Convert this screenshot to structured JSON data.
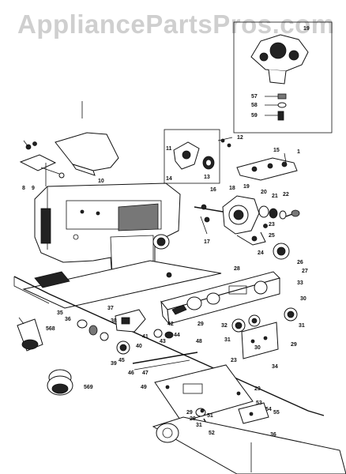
{
  "watermark": "AppliancePartsPros.com",
  "part_labels": {
    "p1": "1",
    "p8": "8",
    "p9": "9",
    "p10": "10",
    "p11": "11",
    "p12": "12",
    "p13": "13",
    "p14": "14",
    "p15": "15",
    "p16": "16",
    "p17": "17",
    "p18": "18",
    "p19": "19",
    "p19b": "19",
    "p20": "20",
    "p21": "21",
    "p22": "22",
    "p23": "23",
    "p24": "24",
    "p25": "25",
    "p26": "26",
    "p27": "27",
    "p28": "28",
    "p29a": "29",
    "p29b": "29",
    "p29c": "29",
    "p29d": "29",
    "p29e": "29",
    "p30": "30",
    "p30b": "30",
    "p31": "31",
    "p31b": "31",
    "p31c": "31",
    "p32": "32",
    "p33": "33",
    "p34": "34",
    "p35": "35",
    "p36": "36",
    "p36b": "36",
    "p37": "37",
    "p38": "38",
    "p39": "39",
    "p40": "40",
    "p41": "41",
    "p42": "42",
    "p43": "43",
    "p44": "44",
    "p45": "45",
    "p46": "46",
    "p47": "47",
    "p48": "48",
    "p49": "49",
    "p51": "51",
    "p52": "52",
    "p53": "53",
    "p54": "54",
    "p55": "55",
    "p57": "57",
    "p58": "58",
    "p59": "59",
    "p568": "568",
    "p569": "569"
  },
  "colors": {
    "ink": "#111111",
    "watermark": "#cfcfcf",
    "paper": "#ffffff"
  }
}
